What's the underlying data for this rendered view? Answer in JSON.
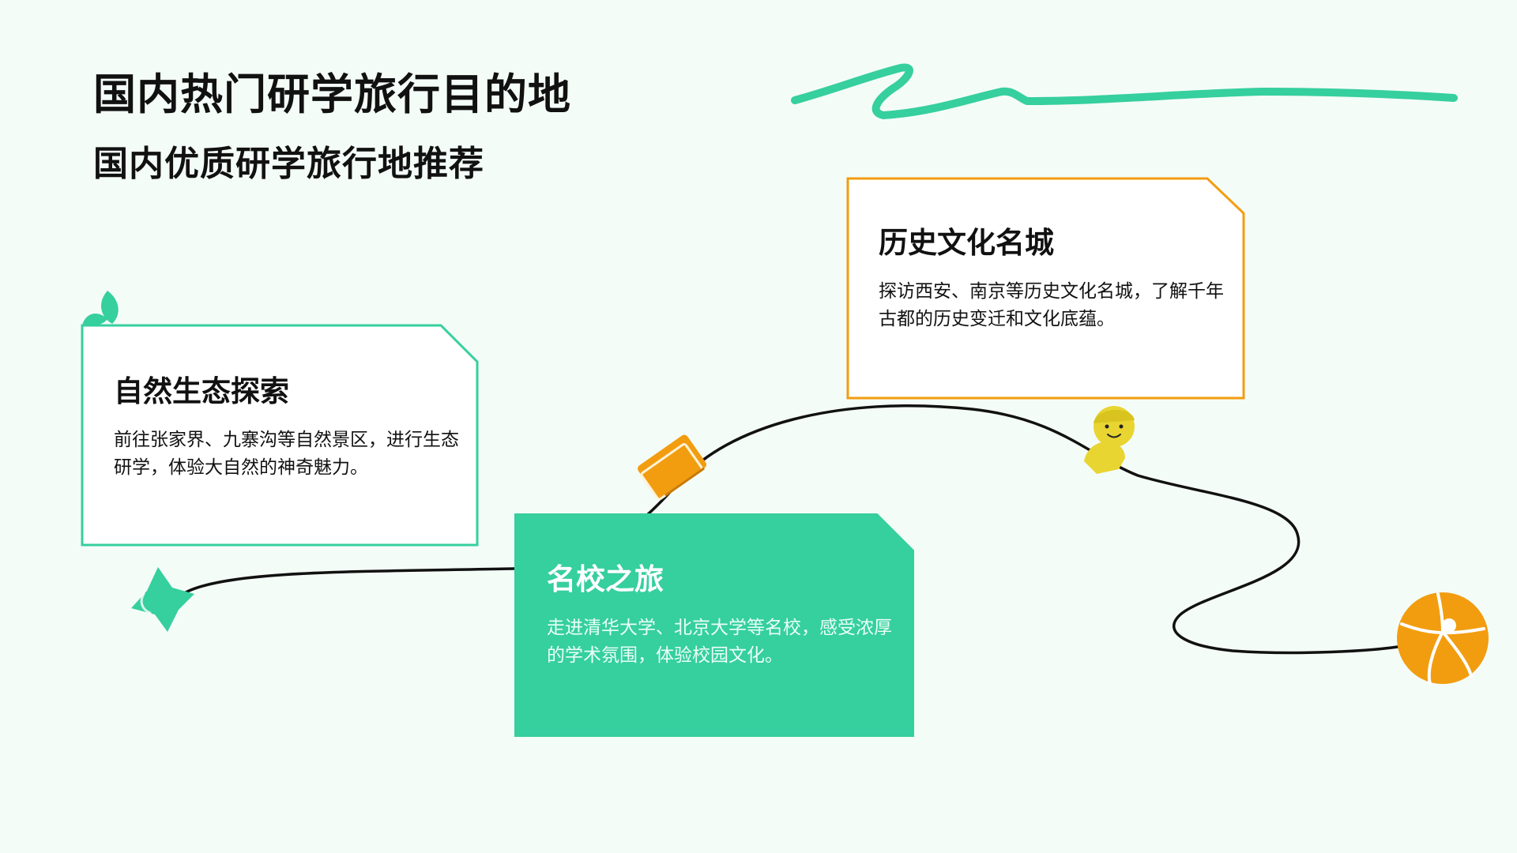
{
  "header": {
    "title": "国内热门研学旅行目的地",
    "subtitle": "国内优质研学旅行地推荐"
  },
  "cards": {
    "nature": {
      "title": "自然生态探索",
      "description": "前往张家界、九寨沟等自然景区，进行生态研学，体验大自然的神奇魅力。"
    },
    "school": {
      "title": "名校之旅",
      "description": "走进清华大学、北京大学等名校，感受浓厚的学术氛围，体验校园文化。"
    },
    "history": {
      "title": "历史文化名城",
      "description": "探访西安、南京等历史文化名城，了解千年古都的历史变迁和文化底蕴。"
    }
  },
  "colors": {
    "background": "#f4fcf8",
    "green_accent": "#36cf9e",
    "orange_accent": "#f29d10",
    "yellow_accent": "#e8d532",
    "path_line": "#111111"
  },
  "icons": [
    "leaf-icon",
    "star-icon",
    "book-icon",
    "person-icon",
    "ball-icon",
    "brush-stroke"
  ]
}
